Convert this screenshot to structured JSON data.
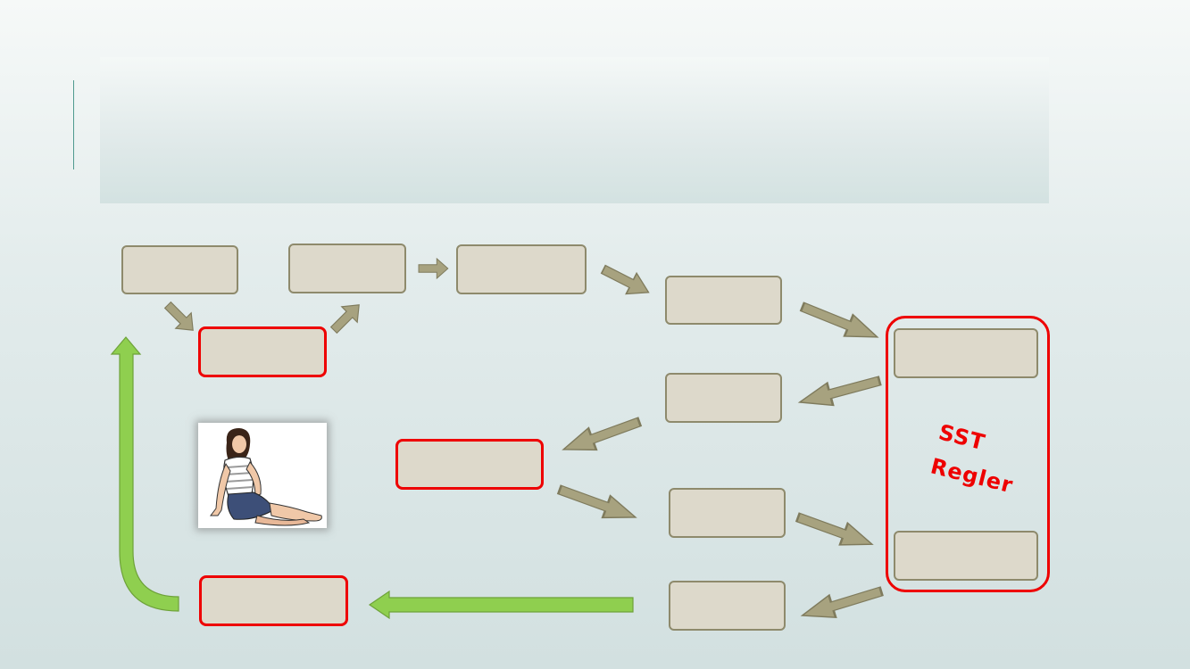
{
  "slide": {
    "title": ""
  },
  "diagram": {
    "rule_group_label_line1": "SST",
    "rule_group_label_line2": "Regler",
    "picture": "woman-sitting-clipart",
    "colors": {
      "box_fill": "#ddd9cb",
      "box_border": "#8e8a6c",
      "highlight": "#ee0000",
      "flow_arrow": "#a7a27f",
      "feedback_arrow": "#8fcf4f"
    }
  }
}
